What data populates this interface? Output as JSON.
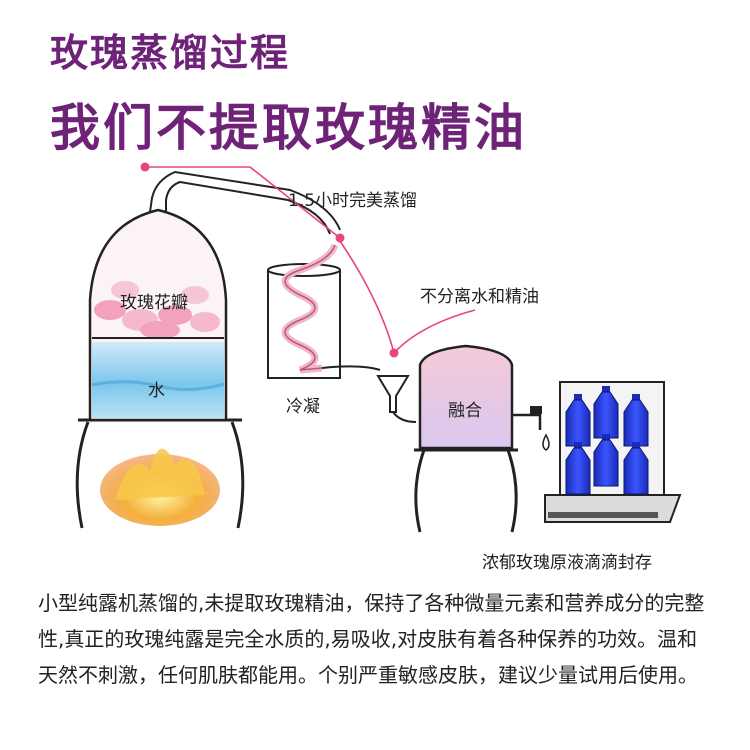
{
  "header": {
    "title": "玫瑰蒸馏过程",
    "subtitle": "我们不提取玫瑰精油"
  },
  "diagram": {
    "labels": {
      "distill_time": "1.5小时完美蒸馏",
      "petals": "玫瑰花瓣",
      "water": "水",
      "no_separation": "不分离水和精油",
      "cooling": "冷凝",
      "fusion": "融合",
      "storage": "浓郁玫瑰原液滴滴封存"
    },
    "colors": {
      "accent": "#e8457a",
      "title": "#6e2378",
      "petal": "#f2a2bd",
      "water": "#6ec0e8",
      "flame": "#f4b13c",
      "bottle": "#2b3fd9"
    }
  },
  "description": {
    "text": "小型纯露机蒸馏的,未提取玫瑰精油，保持了各种微量元素和营养成分的完整性,真正的玫瑰纯露是完全水质的,易吸收,对皮肤有着各种保养的功效。温和天然不刺激，任何肌肤都能用。个别严重敏感皮肤，建议少量试用后使用。"
  }
}
